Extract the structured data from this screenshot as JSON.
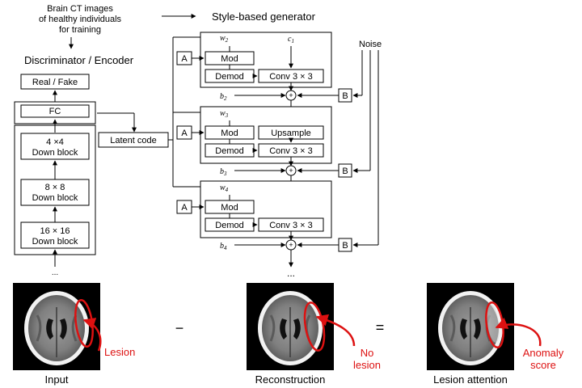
{
  "input_caption": [
    "Brain CT images",
    "of healthy individuals",
    "for training"
  ],
  "generator_title": "Style-based generator",
  "discriminator_title": "Discriminator / Encoder",
  "real_fake": "Real / Fake",
  "fc": "FC",
  "down_blocks": [
    {
      "res": "4 ×4",
      "label": "Down block"
    },
    {
      "res": "8 × 8",
      "label": "Down block"
    },
    {
      "res": "16 × 16",
      "label": "Down block"
    }
  ],
  "ellipsis": "...",
  "latent_code": "Latent code",
  "noise": "Noise",
  "a_label": "A",
  "b_label": "B",
  "mod": "Mod",
  "demod": "Demod",
  "conv": "Conv 3 × 3",
  "upsample": "Upsample",
  "c1": "c",
  "c1_sub": "1",
  "w": "w",
  "w_subs": [
    "2",
    "3",
    "4"
  ],
  "b": "b",
  "b_subs": [
    "2",
    "3",
    "4"
  ],
  "plus": "+",
  "minus_sign": "−",
  "equals_sign": "=",
  "images": [
    {
      "caption": "Input",
      "note": [
        "Lesion"
      ]
    },
    {
      "caption": "Reconstruction",
      "note": [
        "No",
        "lesion"
      ]
    },
    {
      "caption": "Lesion attention",
      "note": [
        "Anomaly",
        "score"
      ]
    }
  ],
  "colors": {
    "annotation": "#dd1111",
    "line": "#000000",
    "scan_bg": "#000000"
  }
}
